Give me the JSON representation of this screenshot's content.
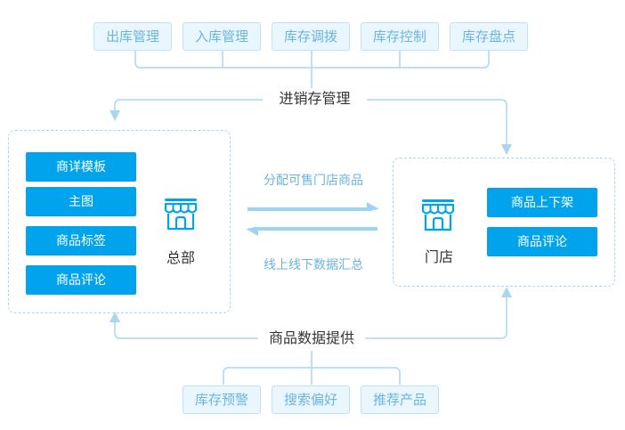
{
  "top_modules": [
    "出库管理",
    "入库管理",
    "库存调拨",
    "库存控制",
    "库存盘点"
  ],
  "center_top_label": "进销存管理",
  "headquarters": {
    "label": "总部",
    "items": [
      "商详模板",
      "主图",
      "商品标签",
      "商品评论"
    ]
  },
  "store": {
    "label": "门店",
    "items": [
      "商品上下架",
      "商品评论"
    ]
  },
  "flows": {
    "to_store": "分配可售门店商品",
    "to_headquarters": "线上线下数据汇总"
  },
  "center_bottom_label": "商品数据提供",
  "bottom_modules": [
    "库存预警",
    "搜索偏好",
    "推荐产品"
  ],
  "colors": {
    "accent": "#01a4ec",
    "line": "#a9d7f2",
    "tag_bg": "#eaf6fd",
    "tag_text": "#6ab5e0"
  },
  "icons": [
    "store-icon"
  ]
}
